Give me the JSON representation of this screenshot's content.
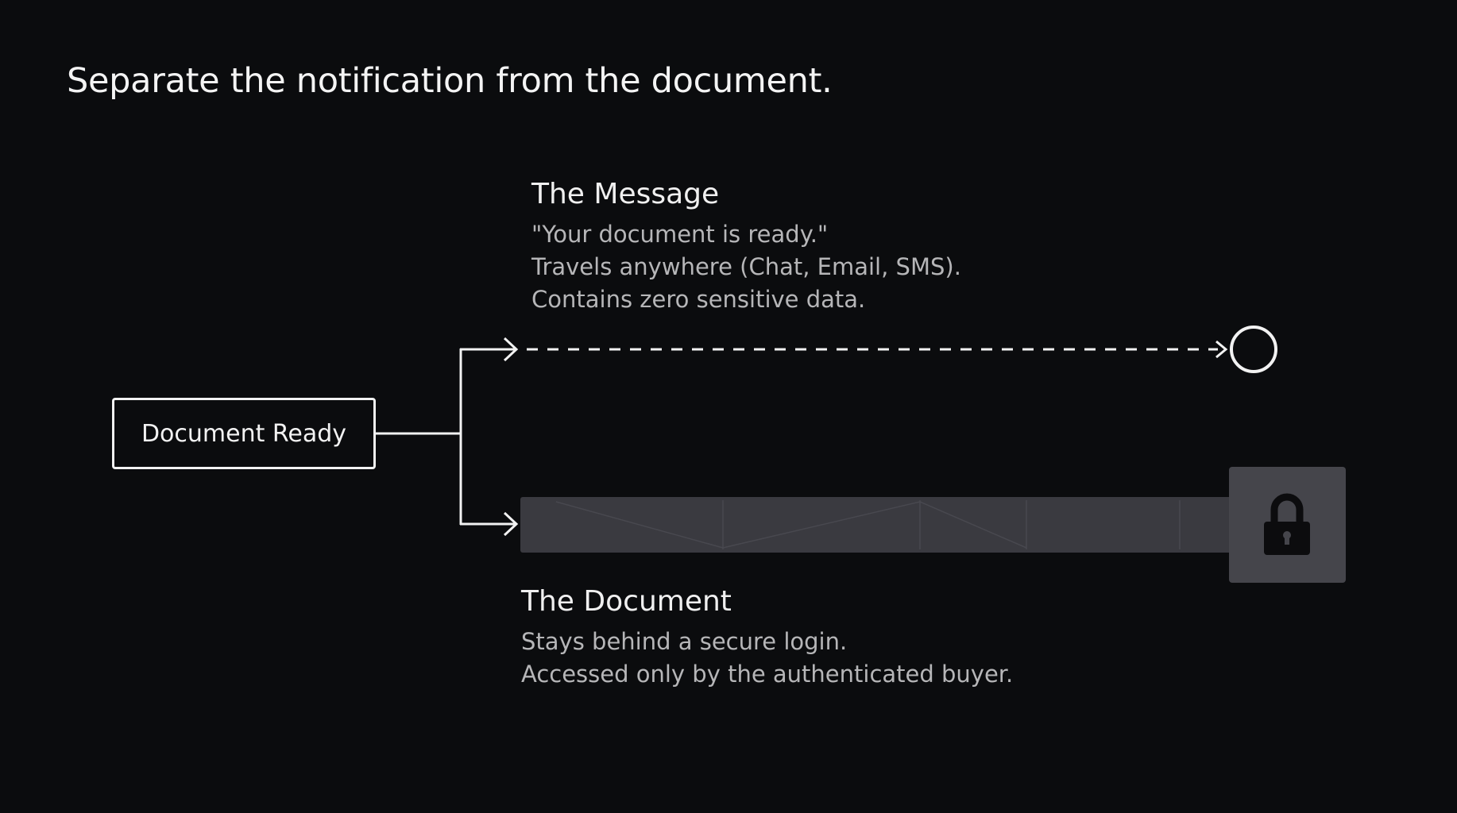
{
  "title": "Separate the notification from the document.",
  "source_node": {
    "label": "Document Ready"
  },
  "message": {
    "heading": "The Message",
    "lines": [
      "\"Your document is ready.\"",
      "Travels anywhere (Chat, Email, SMS).",
      "Contains zero sensitive data."
    ]
  },
  "document": {
    "heading": "The Document",
    "lines": [
      "Stays behind a secure login.",
      "Accessed only by the authenticated buyer."
    ]
  },
  "colors": {
    "background": "#0b0c0e",
    "line": "#f2f2f2",
    "muted_text": "#b6b6b8",
    "document_bar": "#3a3a40",
    "lock_panel": "#45454b",
    "lock_icon": "#0c0c0e"
  },
  "icons": {
    "endpoint": "circle-endpoint-icon",
    "lock": "lock-icon"
  }
}
